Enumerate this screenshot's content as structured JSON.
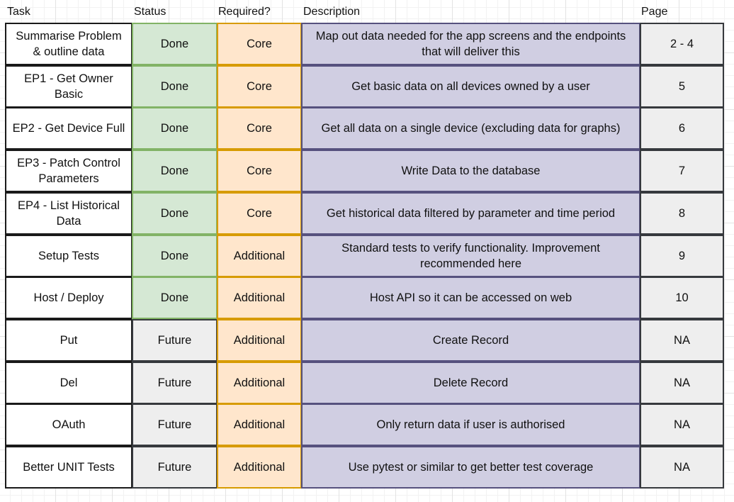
{
  "headers": {
    "task": "Task",
    "status": "Status",
    "required": "Required?",
    "description": "Description",
    "page": "Page"
  },
  "colors": {
    "status_done_fill": "#d5e8d4",
    "status_done_border": "#82b366",
    "status_future_fill": "#eeeeee",
    "required_fill": "#ffe6cc",
    "required_border": "#d79b00",
    "description_fill": "#d0cee2",
    "description_border": "#56517e",
    "page_fill": "#eeeeee"
  },
  "rows": [
    {
      "task": "Summarise Problem & outline data",
      "status": "Done",
      "required": "Core",
      "description": "Map out data needed for the app screens and the endpoints that will deliver this",
      "page": "2 - 4"
    },
    {
      "task": "EP1 - Get Owner Basic",
      "status": "Done",
      "required": "Core",
      "description": "Get basic data on all devices owned by a user",
      "page": "5"
    },
    {
      "task": "EP2 - Get Device Full",
      "status": "Done",
      "required": "Core",
      "description": "Get all data on a single device (excluding data for graphs)",
      "page": "6"
    },
    {
      "task": "EP3 - Patch Control Parameters",
      "status": "Done",
      "required": "Core",
      "description": "Write Data to the database",
      "page": "7"
    },
    {
      "task": "EP4 - List Historical Data",
      "status": "Done",
      "required": "Core",
      "description": "Get historical data filtered by parameter and time period",
      "page": "8"
    },
    {
      "task": "Setup Tests",
      "status": "Done",
      "required": "Additional",
      "description": "Standard tests to verify functionality. Improvement recommended here",
      "page": "9"
    },
    {
      "task": "Host / Deploy",
      "status": "Done",
      "required": "Additional",
      "description": "Host API so it can be accessed on web",
      "page": "10"
    },
    {
      "task": "Put",
      "status": "Future",
      "required": "Additional",
      "description": "Create Record",
      "page": "NA"
    },
    {
      "task": "Del",
      "status": "Future",
      "required": "Additional",
      "description": "Delete Record",
      "page": "NA"
    },
    {
      "task": "OAuth",
      "status": "Future",
      "required": "Additional",
      "description": "Only return data if user is authorised",
      "page": "NA"
    },
    {
      "task": "Better UNIT Tests",
      "status": "Future",
      "required": "Additional",
      "description": "Use pytest or similar to get better test coverage",
      "page": "NA"
    }
  ]
}
